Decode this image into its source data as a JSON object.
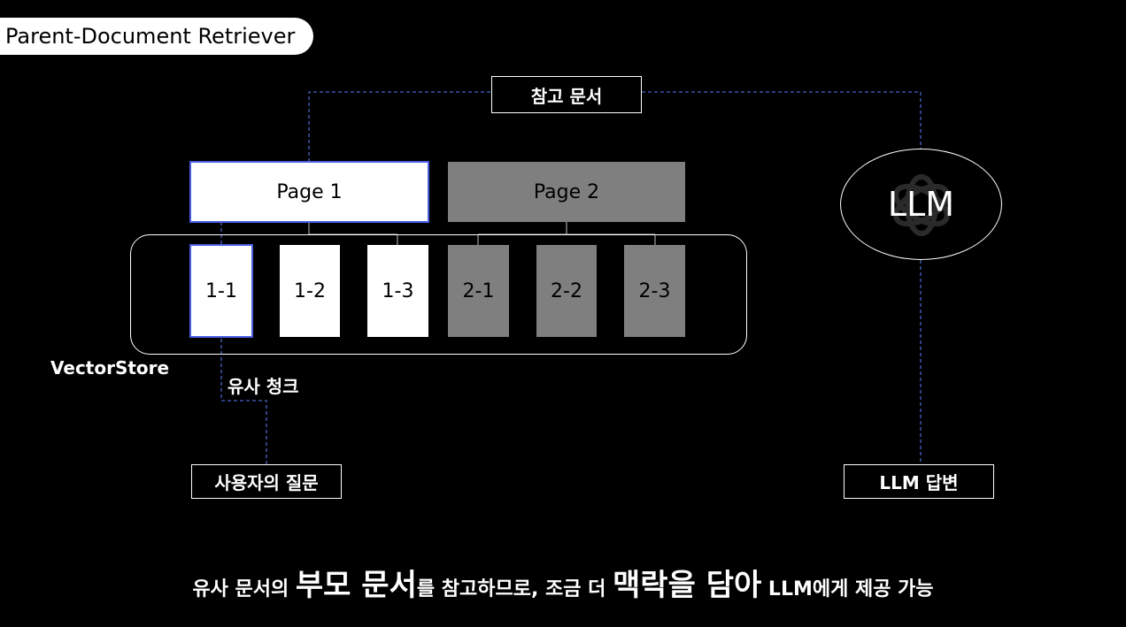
{
  "title": "Parent-Document Retriever",
  "top_label": "참고 문서",
  "pages": [
    {
      "label": "Page 1",
      "style": "white"
    },
    {
      "label": "Page 2",
      "style": "gray"
    }
  ],
  "chunks": [
    {
      "label": "1-1",
      "style": "white"
    },
    {
      "label": "1-2",
      "style": "white"
    },
    {
      "label": "1-3",
      "style": "white"
    },
    {
      "label": "2-1",
      "style": "gray"
    },
    {
      "label": "2-2",
      "style": "gray"
    },
    {
      "label": "2-3",
      "style": "gray"
    }
  ],
  "vectorstore_label": "VectorStore",
  "similar_chunk_label": "유사 청크",
  "user_question_label": "사용자의 질문",
  "llm_label": "LLM",
  "llm_answer_label": "LLM 답변",
  "caption": {
    "part1": "유사 문서의 ",
    "bold1": "부모 문서",
    "part2": "를 참고하므로, 조금 더 ",
    "bold2": "맥락을 담아",
    "part3": " LLM에게 제공 가능"
  },
  "colors": {
    "highlight_border": "#4a5ee0",
    "dashed_line": "#4a62c8",
    "gray_box": "#7f7f7f"
  }
}
